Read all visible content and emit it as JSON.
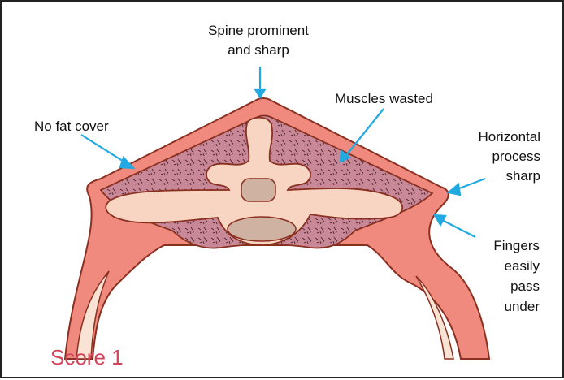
{
  "labels": {
    "spine": "Spine prominent\nand sharp",
    "fat": "No fat cover",
    "muscles": "Muscles wasted",
    "horizontal": "Horizontal\nprocess\nsharp",
    "fingers": "Fingers\neasily\npass\nunder"
  },
  "score": "Score 1",
  "colors": {
    "skin": "#f08a7e",
    "skin_outline": "#8a3020",
    "muscle": "#c98898",
    "bone": "#f8d5c2",
    "rib_inner": "#f9e3d4",
    "disc": "#d0b2a2",
    "arrow": "#21a9e1",
    "score": "#d2455a"
  }
}
